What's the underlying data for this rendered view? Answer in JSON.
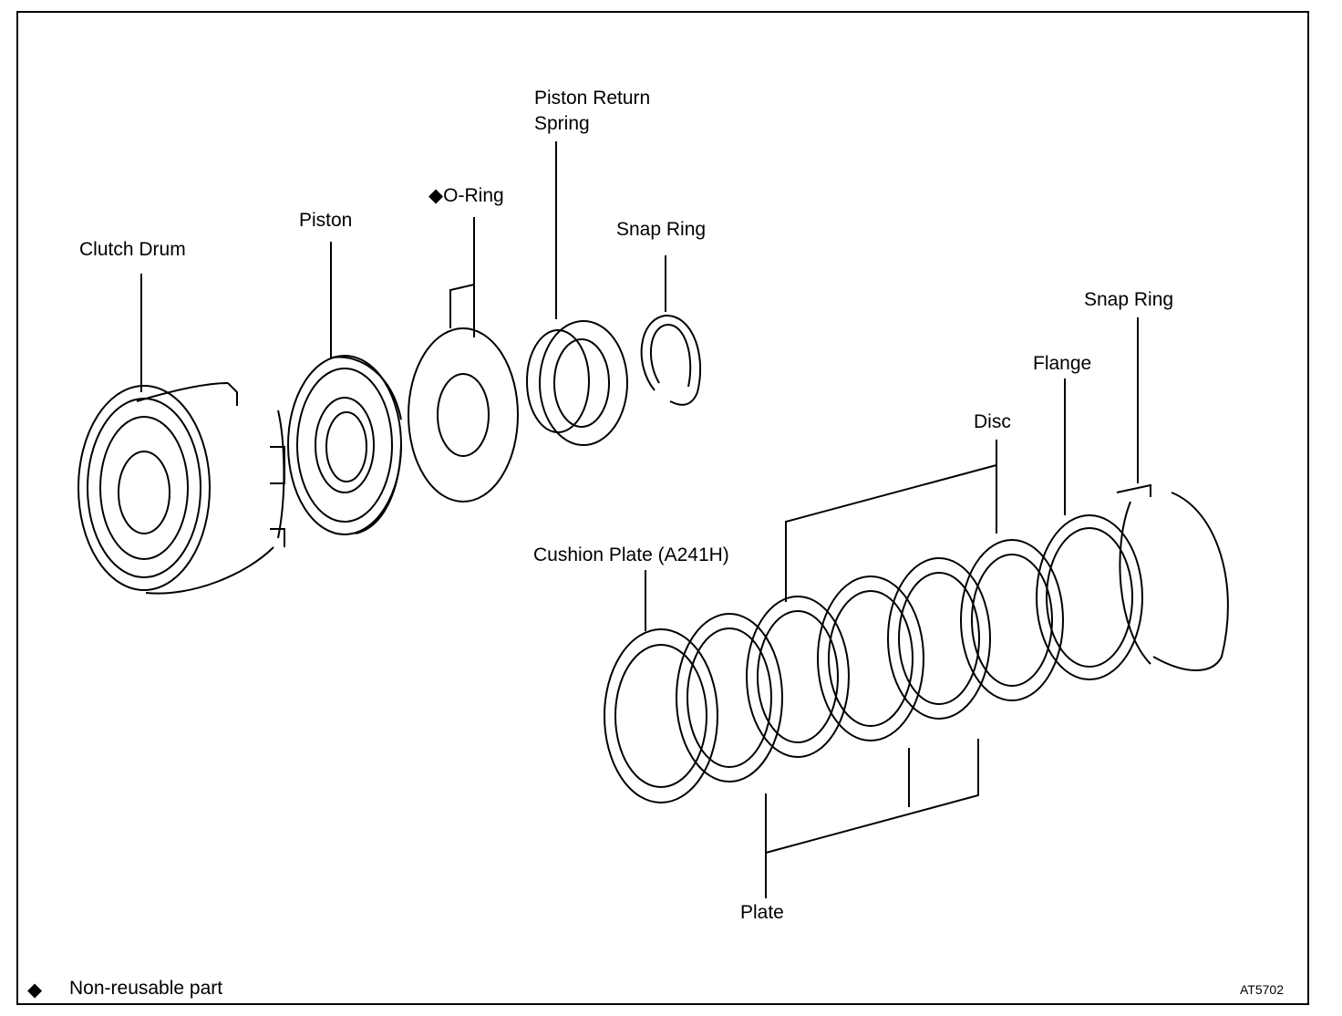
{
  "labels": {
    "clutch_drum": "Clutch Drum",
    "piston": "Piston",
    "o_ring_marker": "◆",
    "o_ring": "O-Ring",
    "piston_return_spring": "Piston Return\nSpring",
    "snap_ring_upper": "Snap Ring",
    "snap_ring_right": "Snap Ring",
    "flange": "Flange",
    "disc": "Disc",
    "cushion_plate": "Cushion Plate (A241H)",
    "plate": "Plate"
  },
  "legend": {
    "symbol": "◆",
    "text": "Non-reusable part"
  },
  "figure_code": "AT5702"
}
